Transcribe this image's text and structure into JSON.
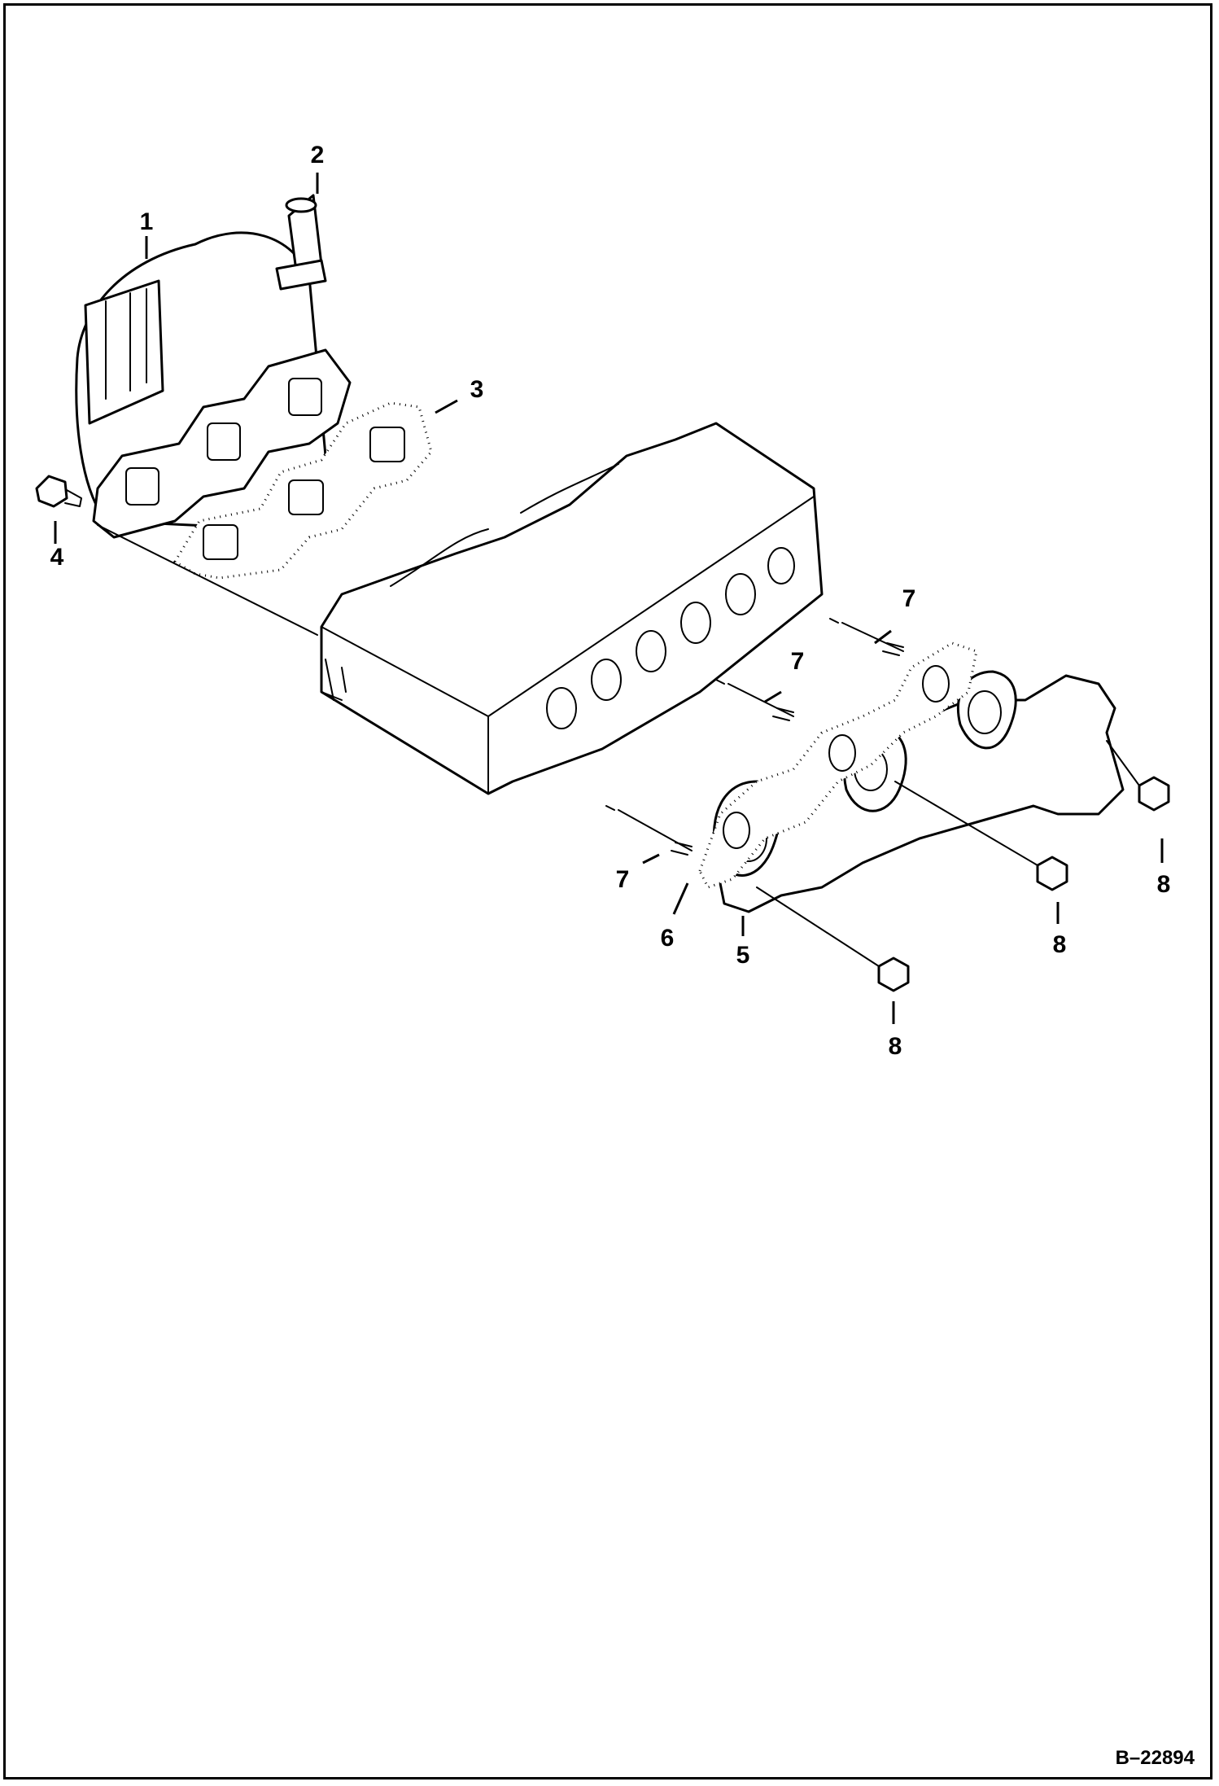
{
  "figure": {
    "reference": "B–22894",
    "callouts": [
      {
        "id": "c1",
        "label": "1"
      },
      {
        "id": "c2",
        "label": "2"
      },
      {
        "id": "c3",
        "label": "3"
      },
      {
        "id": "c4",
        "label": "4"
      },
      {
        "id": "c5",
        "label": "5"
      },
      {
        "id": "c6",
        "label": "6"
      },
      {
        "id": "c7a",
        "label": "7"
      },
      {
        "id": "c7b",
        "label": "7"
      },
      {
        "id": "c7c",
        "label": "7"
      },
      {
        "id": "c8a",
        "label": "8"
      },
      {
        "id": "c8b",
        "label": "8"
      },
      {
        "id": "c8c",
        "label": "8"
      }
    ]
  }
}
